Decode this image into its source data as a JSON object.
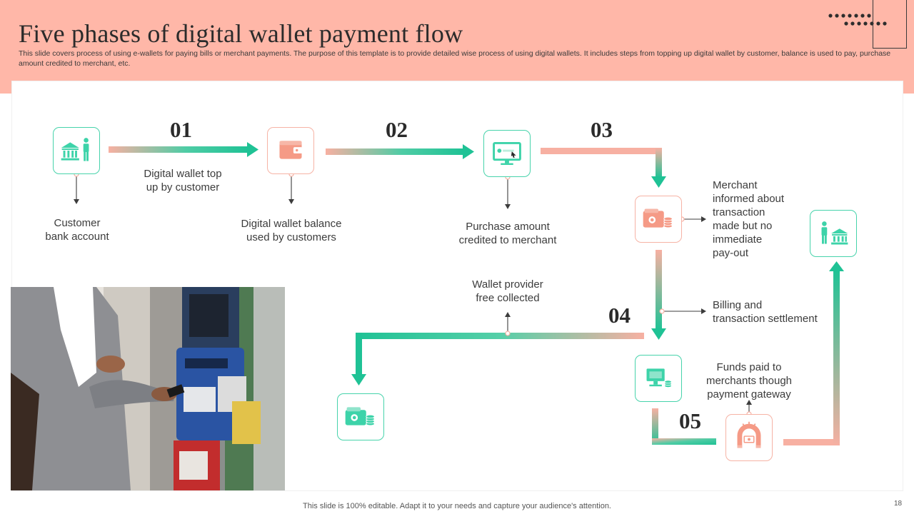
{
  "slide": {
    "title": "Five phases of digital wallet payment flow",
    "subtitle": "This slide covers process of using e-wallets for paying bills or merchant payments. The purpose of this template is to provide detailed wise process of using digital wallets. It includes steps from topping up digital wallet by customer, balance is used to pay,  purchase amount credited to merchant, etc.",
    "footer": "This slide is 100% editable. Adapt it to your needs and capture your audience's attention.",
    "page_number": "18"
  },
  "colors": {
    "header_bg": "#ffb7a8",
    "teal": "#1fc295",
    "salmon": "#f7b0a2",
    "text": "#3c3c3c"
  },
  "steps": [
    {
      "number": "01",
      "label_line1": "Digital wallet top",
      "label_line2": "up by customer"
    },
    {
      "number": "02"
    },
    {
      "number": "03"
    },
    {
      "number": "04"
    },
    {
      "number": "05"
    }
  ],
  "nodes": {
    "customer_bank": {
      "icon": "bank-person-icon",
      "label_line1": "Customer",
      "label_line2": "bank account"
    },
    "wallet_balance": {
      "icon": "wallet-icon",
      "label_line1": "Digital wallet balance",
      "label_line2": "used by customers"
    },
    "purchase": {
      "icon": "monitor-checkout-icon",
      "label_line1": "Purchase amount",
      "label_line2": "credited to merchant"
    },
    "merchant_informed": {
      "icon": "wallet-coins-icon",
      "label_lines": [
        "Merchant",
        "informed about",
        "transaction",
        "made but  no",
        "immediate",
        "pay-out"
      ]
    },
    "billing": {
      "label_line1": "Billing and",
      "label_line2": "transaction settlement"
    },
    "wallet_provider": {
      "icon": "wallet-coins-icon",
      "label_line1": "Wallet provider",
      "label_line2": "free collected"
    },
    "payment_gateway": {
      "icon": "computer-coins-icon"
    },
    "funds_paid": {
      "icon": "magnet-money-icon",
      "label_lines": [
        "Funds paid to",
        "merchants though",
        "payment gateway"
      ]
    },
    "merchant_bank": {
      "icon": "person-bank-icon"
    }
  },
  "photo": {
    "alt": "person-at-atm-image"
  }
}
